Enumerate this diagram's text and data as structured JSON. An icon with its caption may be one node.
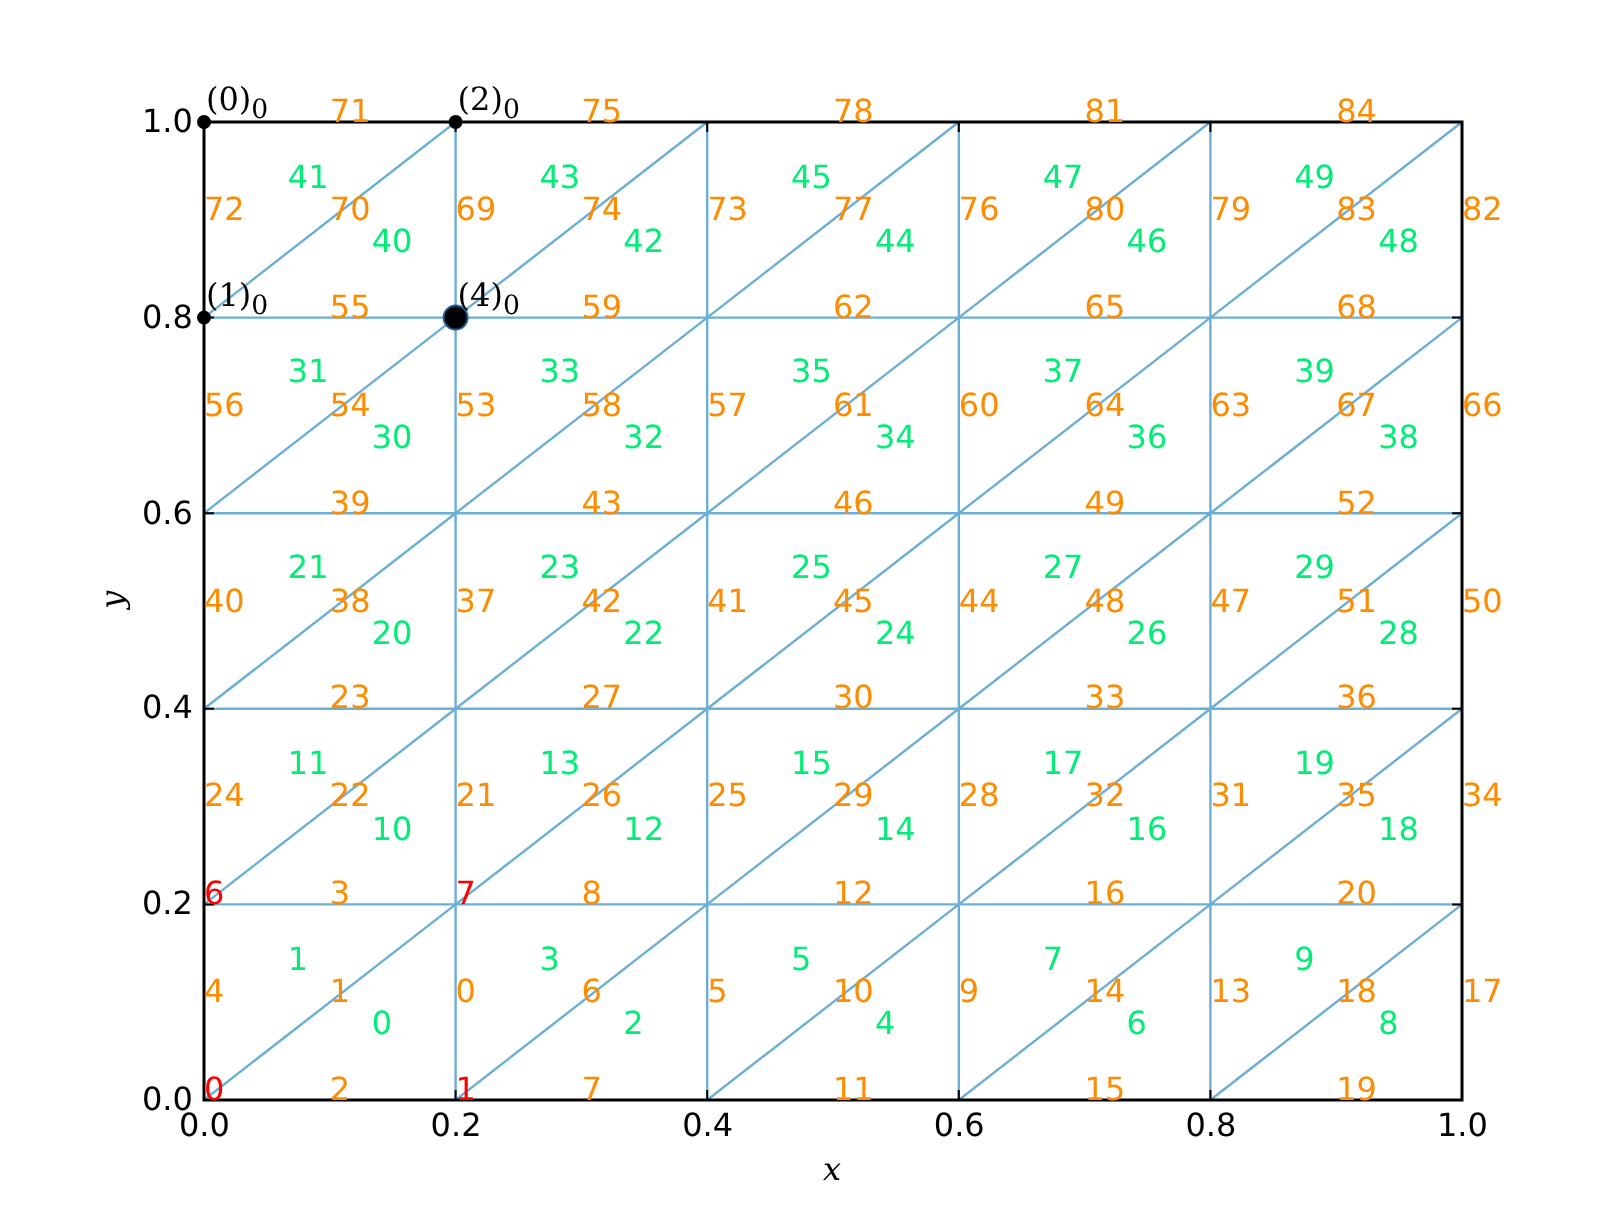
{
  "diagram": {
    "labels": [
      "1.0",
      "(0)$_{0}$",
      "71",
      "(2)$_{0}$",
      "75",
      "78",
      "81",
      "84",
      "41",
      "43",
      "45",
      "47",
      "49",
      "72",
      "70",
      "69",
      "74",
      "73",
      "77",
      "76",
      "80",
      "79",
      "83",
      "82",
      "40",
      "42",
      "44",
      "46",
      "48",
      "0.8",
      "(1)$_{0}$",
      "55",
      "(4)$_{0}$",
      "59",
      "62",
      "65",
      "68",
      "31",
      "33",
      "35",
      "37",
      "39",
      "56",
      "54",
      "53",
      "58",
      "57",
      "61",
      "60",
      "64",
      "63",
      "67",
      "66",
      "30",
      "32",
      "34",
      "36",
      "38",
      "0.6",
      "39",
      "43",
      "46",
      "49",
      "52",
      "21",
      "23",
      "25",
      "27",
      "29",
      "40",
      "38",
      "37",
      "42",
      "41",
      "45",
      "44",
      "48",
      "47",
      "51",
      "50",
      "20",
      "22",
      "24",
      "26",
      "28",
      "0.4",
      "23",
      "27",
      "30",
      "33",
      "36",
      "11",
      "13",
      "15",
      "17",
      "19",
      "24",
      "22",
      "21",
      "26",
      "25",
      "29",
      "28",
      "32",
      "31",
      "35",
      "34",
      "10",
      "12",
      "14",
      "16",
      "18",
      "0.2",
      "6",
      "3",
      "7",
      "8",
      "12",
      "16",
      "20",
      "1",
      "3",
      "5",
      "7",
      "9",
      "4",
      "1",
      "0",
      "6",
      "5",
      "10",
      "9",
      "14",
      "13",
      "18",
      "17",
      "0",
      "2",
      "4",
      "6",
      "8",
      "0.0",
      "0",
      "2",
      "1",
      "7",
      "11",
      "15",
      "19",
      "0.0",
      "0.2",
      "0.4",
      "0.6",
      "0.8",
      "1.0",
      "x",
      "y"
    ]
  }
}
